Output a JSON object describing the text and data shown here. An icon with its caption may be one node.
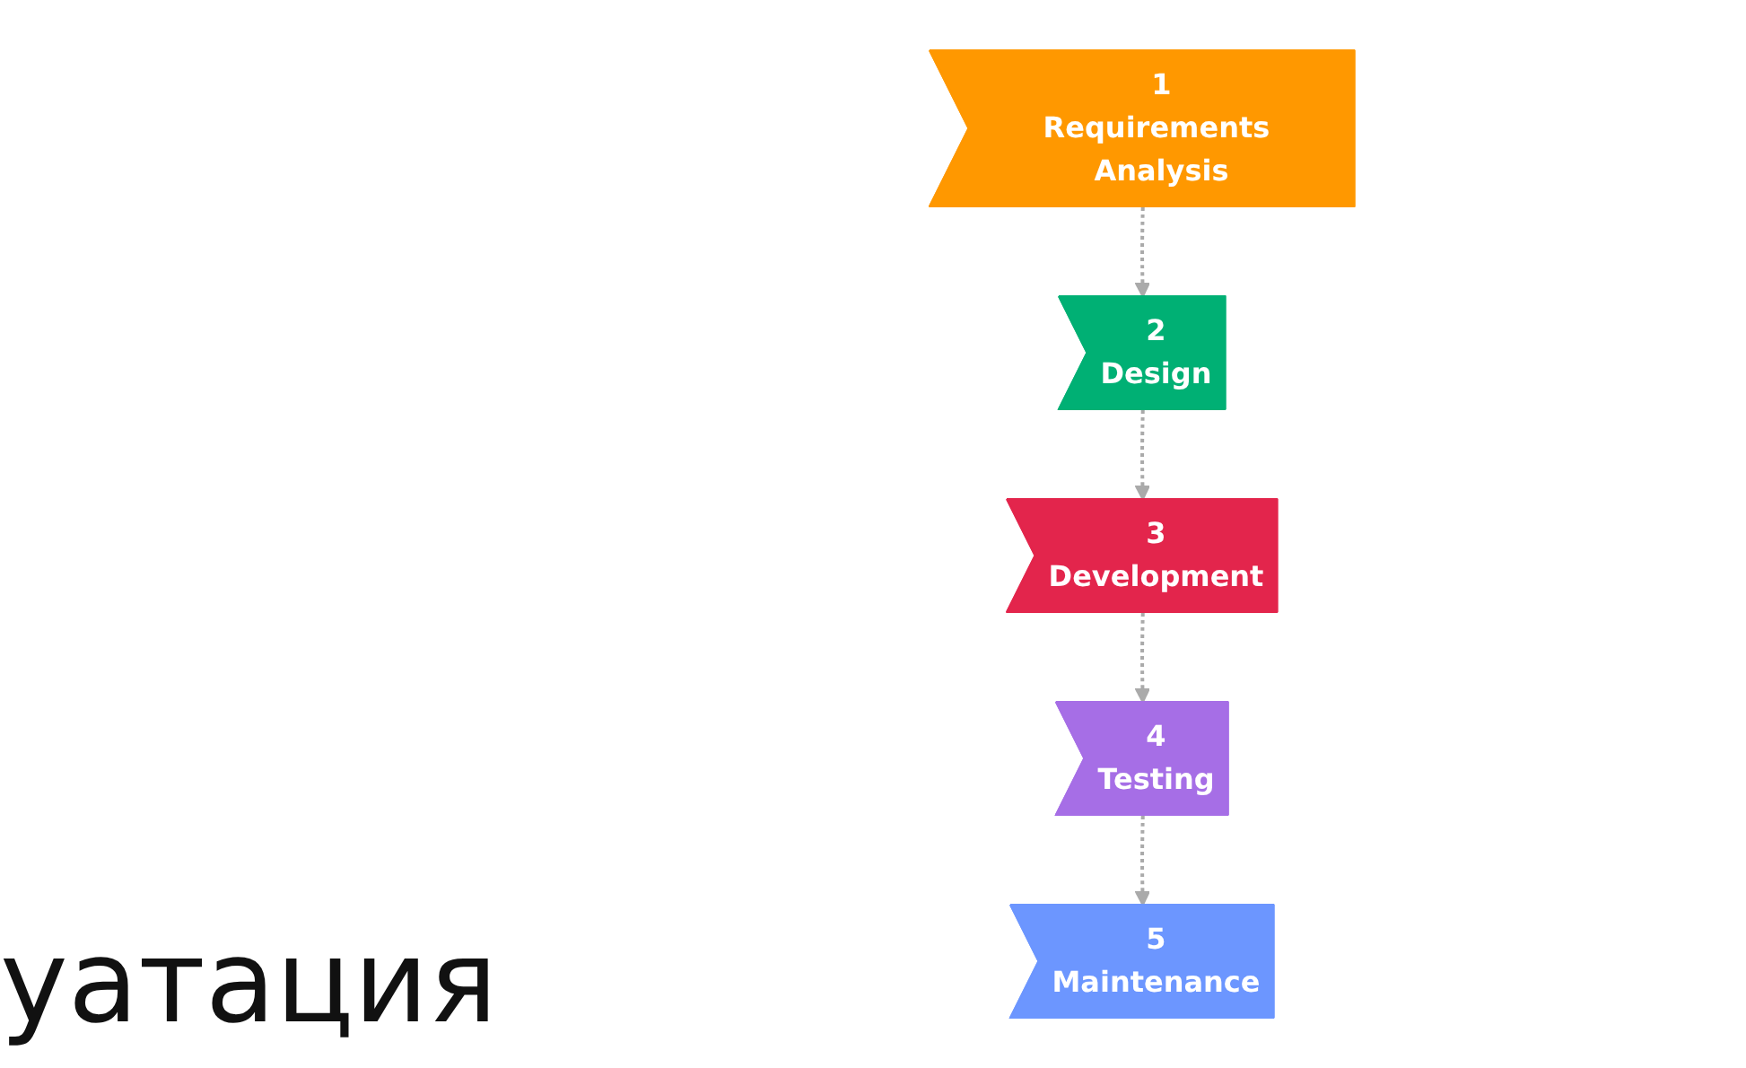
{
  "diagram": {
    "nodes": [
      {
        "text": [
          "1",
          "Requirements Analysis"
        ]
      },
      {
        "text": [
          "2",
          "Design"
        ]
      },
      {
        "text": [
          "3",
          "Development"
        ]
      },
      {
        "text": [
          "4",
          "Testing"
        ]
      },
      {
        "text": [
          "5",
          "Maintenance"
        ]
      }
    ],
    "edges": [
      {
        "from": 0,
        "to": 1,
        "arrow": "to",
        "style": "dashed"
      },
      {
        "from": 1,
        "to": 2,
        "arrow": "to",
        "style": "dashed"
      },
      {
        "from": 2,
        "to": 3,
        "arrow": "to",
        "style": "dashed"
      },
      {
        "from": 3,
        "to": 4,
        "arrow": "to",
        "style": "dashed"
      }
    ],
    "labels": [
      "уатация"
    ]
  }
}
